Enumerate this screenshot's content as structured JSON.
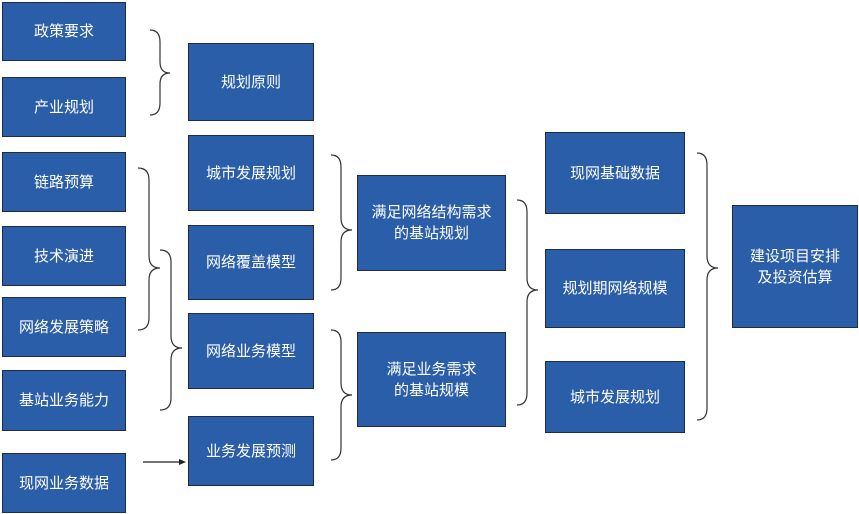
{
  "inputs": [
    "政策要求",
    "产业规划",
    "链路预算",
    "技术演进",
    "网络发展策略",
    "基站业务能力",
    "现网业务数据"
  ],
  "models": [
    "规划原则",
    "城市发展规划",
    "网络覆盖模型",
    "网络业务模型",
    "业务发展预测"
  ],
  "requirements": [
    "满足网络结构需求\n的基站规划",
    "满足业务需求\n的基站规模"
  ],
  "data_inputs": [
    "现网基础数据",
    "规划期网络规模",
    "城市发展规划"
  ],
  "output": "建设项目安排\n及投资估算",
  "colors": {
    "box": "#2a5ea8",
    "border": "#1f2c40",
    "line": "#333333"
  }
}
